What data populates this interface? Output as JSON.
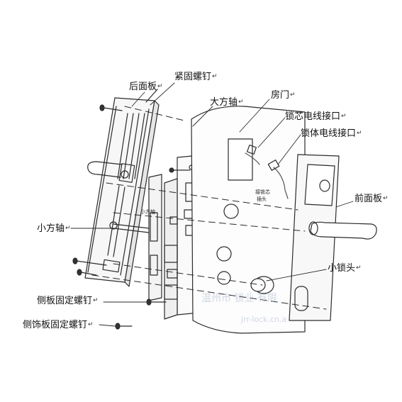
{
  "labels": {
    "rear_panel": "后面板",
    "fastening_screw": "紧固螺钉",
    "large_square_spindle": "大方轴",
    "door": "房门",
    "core_wire_port": "锁芯电线接口",
    "body_wire_port": "锁体电线接口",
    "front_panel": "前面板",
    "small_square_spindle": "小方轴",
    "small_lock_cylinder": "小锁头",
    "side_plate_screw": "侧板固定螺钉",
    "side_trim_screw": "侧饰板固定螺钉"
  },
  "paragraph_mark": "↵",
  "inline_labels": {
    "small_spindle_tag": "小方轴",
    "connector_tag_line1": "接锁芯",
    "connector_tag_line2": "插头"
  },
  "watermark": {
    "line1": "温州市 锁业 有限",
    "line2": "jrr-lock.cn.a"
  },
  "colors": {
    "line": "#2b2b2b",
    "text": "#111111",
    "wire": "#555555"
  }
}
